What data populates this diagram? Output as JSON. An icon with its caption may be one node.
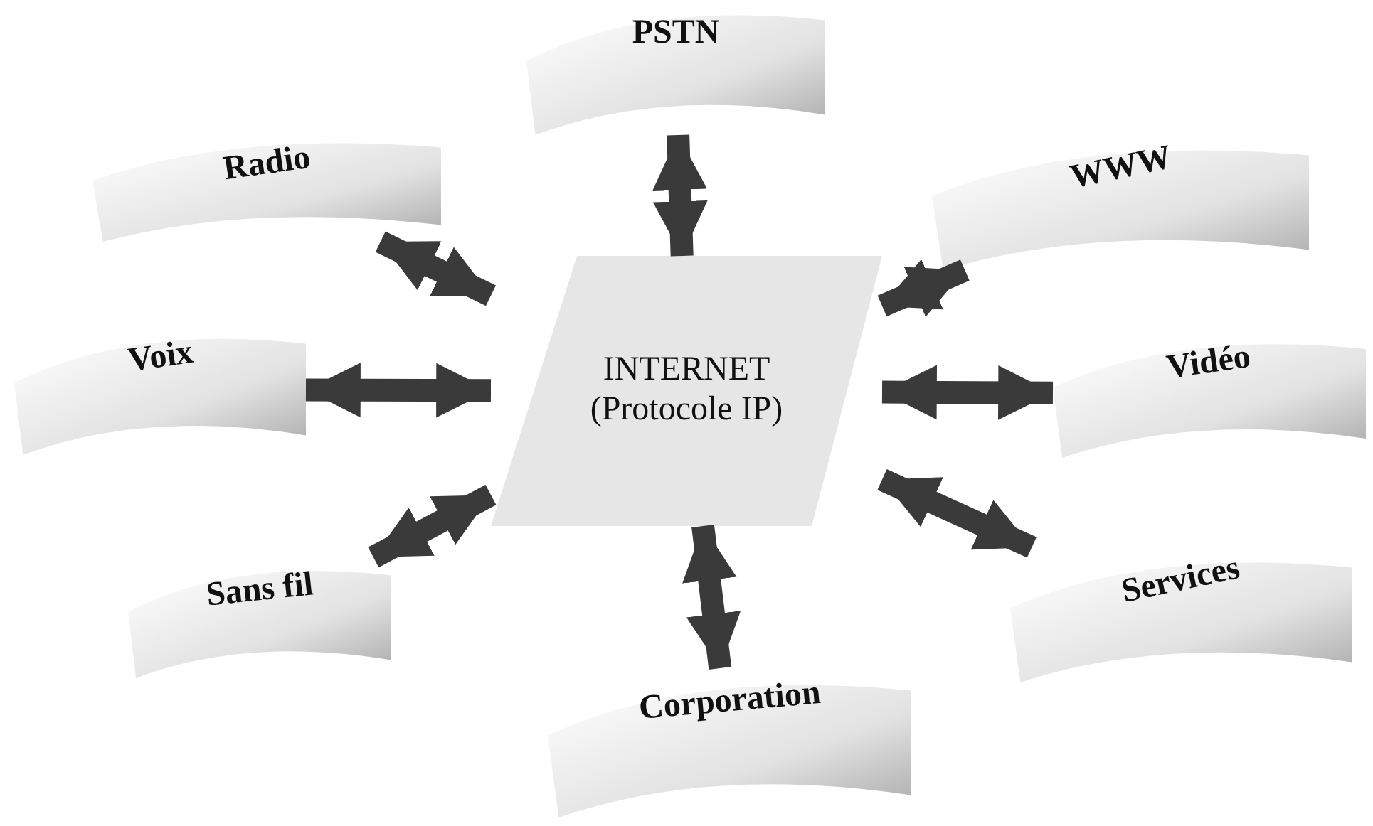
{
  "diagram": {
    "nodes": [
      {
        "text": [
          "INTERNET",
          "(Protocole IP)"
        ]
      },
      {
        "text": [
          "PSTN"
        ]
      },
      {
        "text": [
          "Radio"
        ]
      },
      {
        "text": [
          "WWW"
        ]
      },
      {
        "text": [
          "Voix"
        ]
      },
      {
        "text": [
          "Vidéo"
        ]
      },
      {
        "text": [
          "Sans fil"
        ]
      },
      {
        "text": [
          "Services"
        ]
      },
      {
        "text": [
          "Corporation"
        ]
      }
    ],
    "edges": [
      {
        "from": 0,
        "to": 1,
        "arrow": "both"
      },
      {
        "from": 0,
        "to": 2,
        "arrow": "both"
      },
      {
        "from": 0,
        "to": 3,
        "arrow": "both"
      },
      {
        "from": 0,
        "to": 4,
        "arrow": "both"
      },
      {
        "from": 0,
        "to": 5,
        "arrow": "both"
      },
      {
        "from": 0,
        "to": 6,
        "arrow": "both"
      },
      {
        "from": 0,
        "to": 7,
        "arrow": "both"
      },
      {
        "from": 0,
        "to": 8,
        "arrow": "both"
      }
    ]
  }
}
